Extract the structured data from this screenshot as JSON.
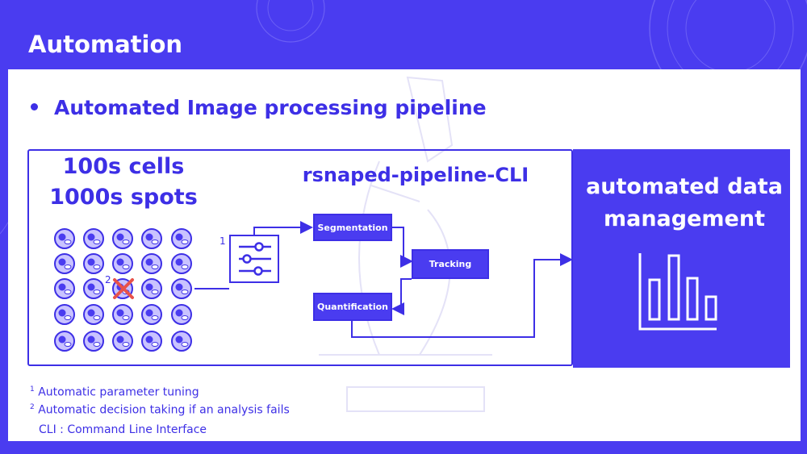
{
  "slide": {
    "title": "Automation",
    "bullet": "Automated Image processing pipeline"
  },
  "cells_panel": {
    "line1": "100s cells",
    "line2": "1000s spots",
    "failed_marker": "2"
  },
  "pipeline": {
    "title": "rsnaped-pipeline-CLI",
    "tuning_marker": "1",
    "steps": {
      "segmentation": "Segmentation",
      "tracking": "Tracking",
      "quantification": "Quantification"
    }
  },
  "data_management": {
    "line1": "automated data",
    "line2": "management",
    "icon": "bar-chart-icon"
  },
  "footnotes": [
    {
      "marker": "1",
      "text": "Automatic parameter tuning"
    },
    {
      "marker": "2",
      "text": "Automatic decision taking if an analysis fails"
    },
    {
      "marker": "",
      "text": "CLI : Command Line Interface"
    }
  ],
  "colors": {
    "background": "#4a3cf0",
    "accent": "#3d2fe6",
    "fail_mark": "#e8524a",
    "panel": "#ffffff"
  }
}
